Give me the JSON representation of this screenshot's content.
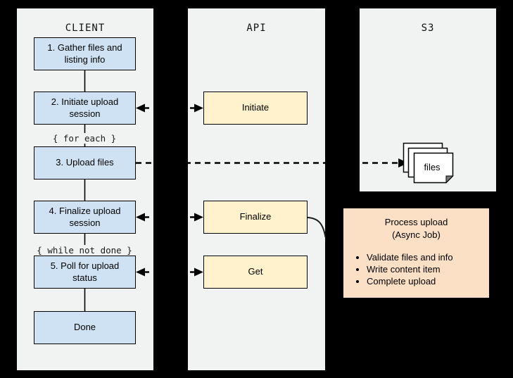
{
  "client": {
    "title": "CLIENT",
    "steps": [
      "1. Gather files and listing info",
      "2. Initiate upload session",
      "3. Upload files",
      "4. Finalize upload session",
      "5. Poll for upload status",
      "Done"
    ],
    "loop_label": "{ for each }",
    "poll_label": "{ while not done }"
  },
  "api": {
    "title": "API",
    "boxes": [
      "Initiate",
      "Finalize",
      "Get"
    ]
  },
  "s3": {
    "title": "S3",
    "files_label": "files"
  },
  "process": {
    "title_line1": "Process upload",
    "title_line2": "(Async Job)",
    "bullets": [
      "Validate files and info",
      "Write content item",
      "Complete upload"
    ]
  },
  "colors": {
    "background": "#000000",
    "lane_fill": "#f1f2f2",
    "client_box_fill": "#cfe2f3",
    "api_box_fill": "#fff2cc",
    "process_box_fill": "#fce0c6",
    "line": "#000000"
  }
}
